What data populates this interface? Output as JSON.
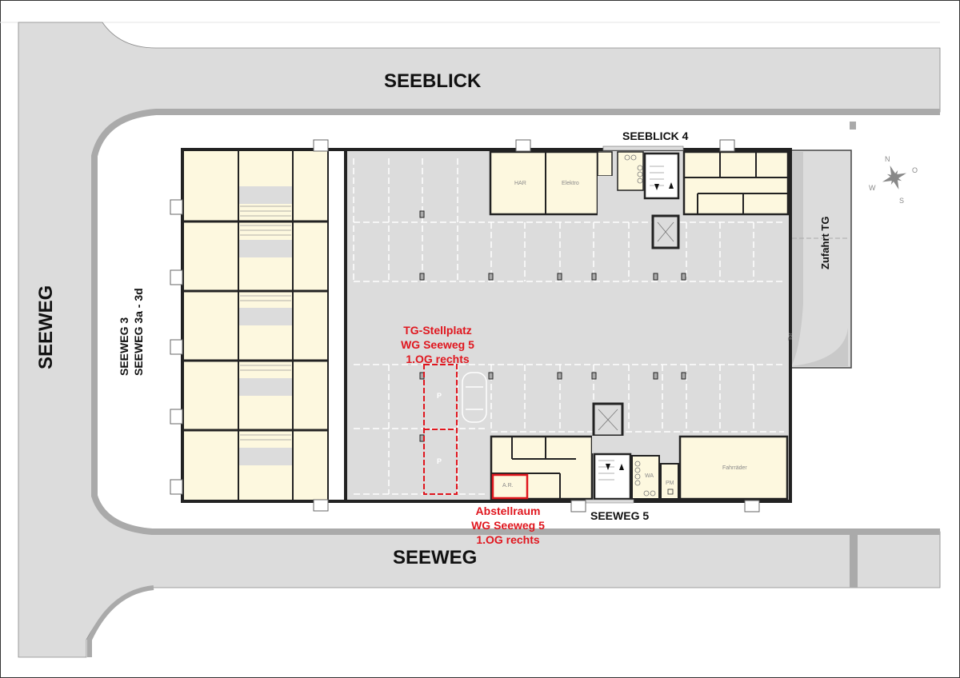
{
  "streets": {
    "top": "SEEBLICK",
    "left": "SEEWEG",
    "bottom": "SEEWEG"
  },
  "buildings": {
    "seeblick4": "SEEBLICK 4",
    "seeweg5": "SEEWEG 5",
    "seeweg3_line1": "SEEWEG 3",
    "seeweg3_line2": "SEEWEG 3a - 3d"
  },
  "driveway": {
    "label": "Zufahrt TG",
    "gate": "Tor"
  },
  "rooms": {
    "har": "HAR",
    "elektro": "Elektro",
    "fahrraeder": "Fahrräder",
    "wa": "WA",
    "pm": "PM",
    "ar": "A.R."
  },
  "parking": {
    "space_marker": "P",
    "space_marker_2": "P"
  },
  "annotations": {
    "parking": {
      "line1": "TG-Stellplatz",
      "line2": "WG Seeweg 5",
      "line3": "1.OG rechts"
    },
    "storage": {
      "line1": "Abstellraum",
      "line2": "WG Seeweg 5",
      "line3": "1.OG rechts"
    }
  },
  "compass": {
    "n": "N",
    "o": "O",
    "s": "S",
    "w": "W"
  },
  "colors": {
    "road": "#dcdcdc",
    "road_edge": "#aaaaaa",
    "room_fill": "#fdf8df",
    "garage_floor": "#dcdcdc",
    "wall": "#222222",
    "highlight": "#e0161e"
  }
}
